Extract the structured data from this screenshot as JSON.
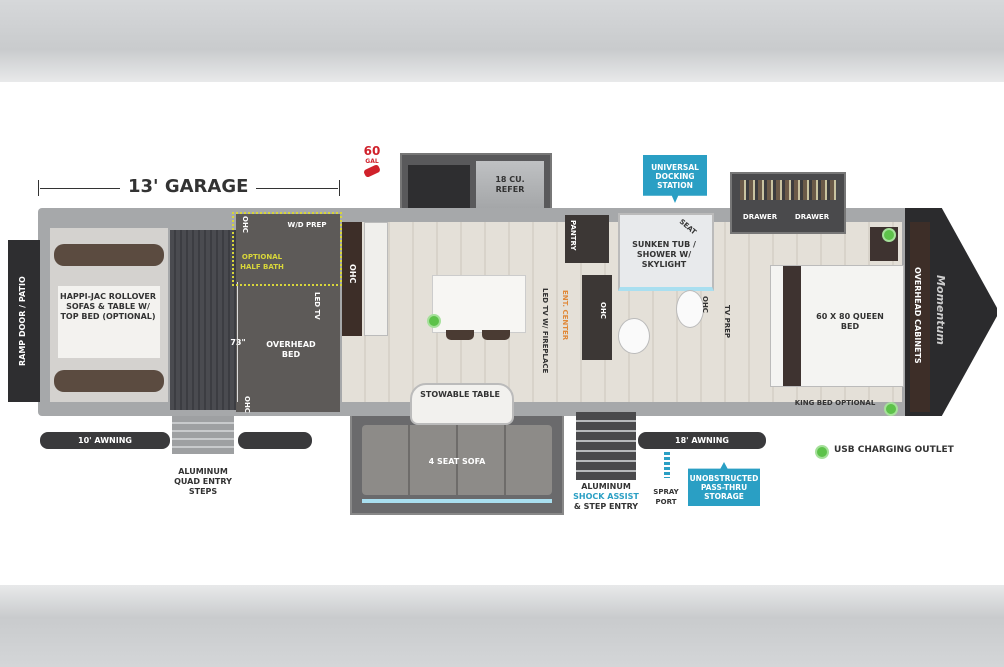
{
  "dimension": {
    "label": "13' GARAGE",
    "height_label": "73\""
  },
  "fuel": {
    "amount": "60",
    "unit": "GAL"
  },
  "garage": {
    "ramp_door": "RAMP DOOR / PATIO",
    "sofas": "HAPPI-JAC ROLLOVER SOFAS & TABLE w/ TOP BED (OPTIONAL)",
    "half_bath": "OPTIONAL HALF BATH",
    "wd_prep": "W/D PREP",
    "ohc": "OHC",
    "led_tv": "LED TV",
    "overhead_bed": "OVERHEAD BED"
  },
  "kitchen": {
    "refer": "18 CU. REFER",
    "ohc": "OHC",
    "pantry": "PANTRY",
    "entertainment": "LED TV w/ FIREPLACE",
    "ent_center": "ENT. CENTER"
  },
  "living": {
    "table": "STOWABLE TABLE",
    "sofa": "4 SEAT SOFA"
  },
  "bath": {
    "tub": "SUNKEN TUB / SHOWER w/ SKYLIGHT",
    "seat": "SEAT",
    "ohc": "OHC",
    "tv_prep": "TV PREP"
  },
  "bedroom": {
    "drawer1": "DRAWER",
    "drawer2": "DRAWER",
    "bed": "60 x 80 QUEEN BED",
    "king": "KING BED OPTIONAL",
    "cabinets": "OVERHEAD CABINETS",
    "brand": "Momentum"
  },
  "awnings": {
    "left": "10' AWNING",
    "right": "18' AWNING"
  },
  "steps": {
    "garage": "ALUMINUM QUAD ENTRY STEPS",
    "main_1": "ALUMINUM",
    "main_2": "SHOCK ASSIST",
    "main_3": "& STEP ENTRY",
    "spray": "SPRAY PORT"
  },
  "badges": {
    "docking": "UNIVERSAL DOCKING STATION",
    "storage": "UNOBSTRUCTED PASS-THRU STORAGE"
  },
  "legend": {
    "usb": "USB CHARGING OUTLET"
  },
  "colors": {
    "accent_blue": "#2a9fc4",
    "usb_green": "#5dc24a",
    "fuel_red": "#d0212b",
    "half_bath_yellow": "#d8d63a"
  }
}
